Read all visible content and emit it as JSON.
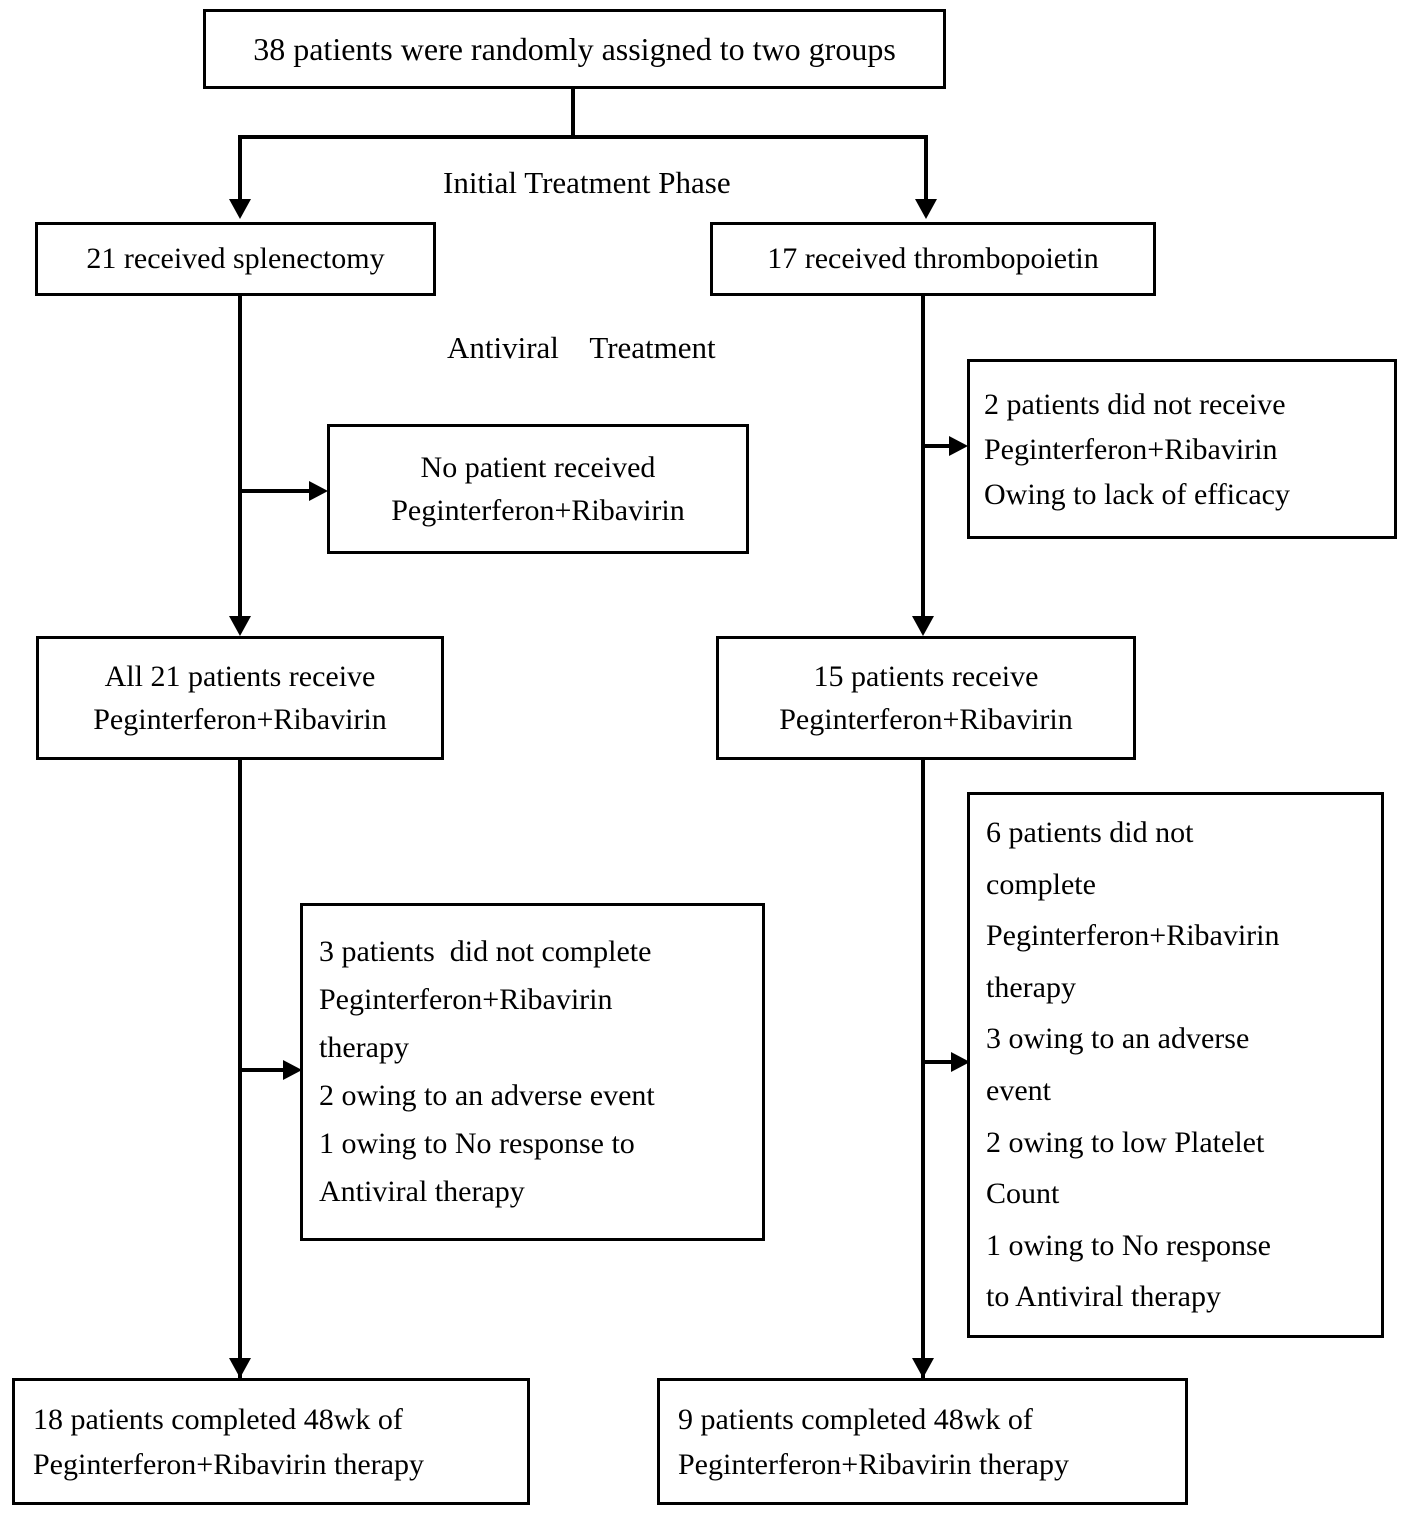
{
  "diagram": {
    "title": "CONSORT-style patient flow diagram",
    "phase_labels": {
      "initial": "Initial Treatment Phase",
      "antiviral": "Antiviral    Treatment"
    },
    "nodes": {
      "enrollment": {
        "lines": [
          "38 patients were randomly assigned to two groups"
        ]
      },
      "splenectomy": {
        "lines": [
          "21 received splenectomy"
        ]
      },
      "thrombopoietin": {
        "lines": [
          "17 received thrombopoietin"
        ]
      },
      "left_no_patient": {
        "lines": [
          "No patient received",
          "Peginterferon+Ribavirin"
        ]
      },
      "right_not_received": {
        "lines": [
          "2 patients did not receive",
          "Peginterferon+Ribavirin",
          "Owing to lack of efficacy"
        ]
      },
      "left_all_21": {
        "lines": [
          "All 21 patients receive",
          "Peginterferon+Ribavirin"
        ]
      },
      "right_15": {
        "lines": [
          "15 patients receive",
          "Peginterferon+Ribavirin"
        ]
      },
      "left_dropouts": {
        "lines": [
          "3 patients  did not complete",
          "Peginterferon+Ribavirin",
          "therapy",
          "2 owing to an adverse event",
          "1 owing to No response to",
          "Antiviral therapy"
        ]
      },
      "right_dropouts": {
        "lines": [
          "6 patients did not",
          "complete",
          "Peginterferon+Ribavirin",
          "therapy",
          "3 owing to an adverse",
          "event",
          "2 owing to low Platelet",
          "Count",
          "1 owing to No response",
          "to Antiviral therapy"
        ]
      },
      "left_completed": {
        "lines": [
          "18 patients completed 48wk of",
          "Peginterferon+Ribavirin therapy"
        ]
      },
      "right_completed": {
        "lines": [
          "9 patients completed 48wk of",
          "Peginterferon+Ribavirin therapy"
        ]
      }
    },
    "colors": {
      "stroke": "#000000",
      "fill": "#ffffff",
      "text": "#000000"
    }
  }
}
